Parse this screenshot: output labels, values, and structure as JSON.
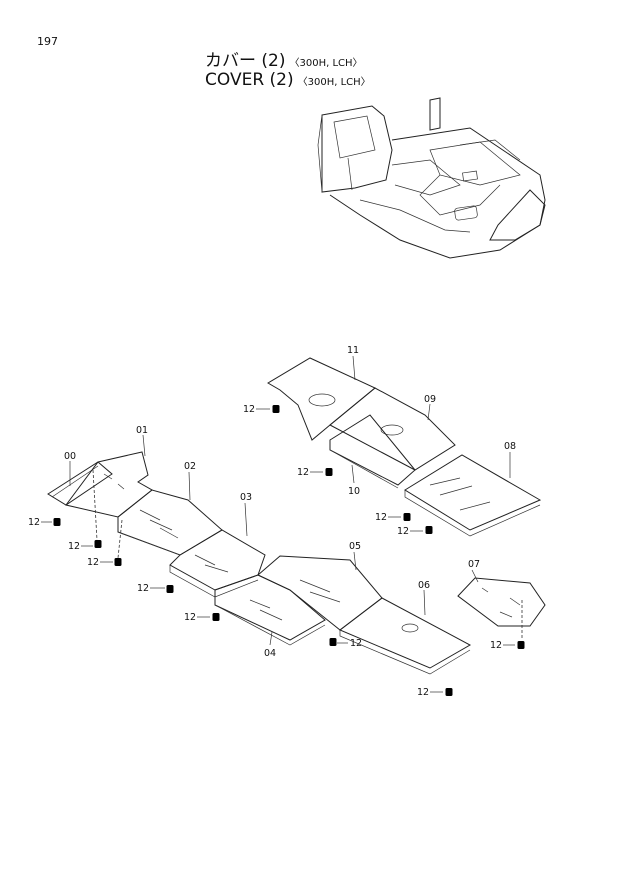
{
  "page_number": "197",
  "title_jp": "カバー (2)",
  "title_en": "COVER (2)",
  "variant": "〈300H, LCH〉",
  "labels": {
    "p00": "00",
    "p01": "01",
    "p02": "02",
    "p03": "03",
    "p04": "04",
    "p05": "05",
    "p06": "06",
    "p07": "07",
    "p08": "08",
    "p09": "09",
    "p10": "10",
    "p11": "11",
    "p12": "12"
  }
}
